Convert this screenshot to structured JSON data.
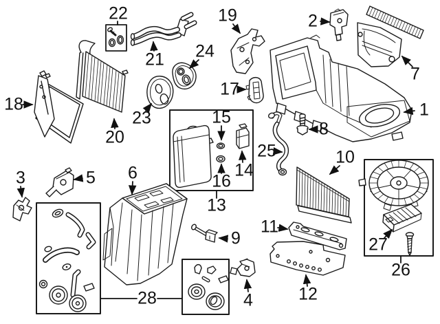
{
  "diagram": {
    "kind": "exploded-parts-diagram",
    "background": "#ffffff",
    "line_color": "#1a1a1a",
    "label_color": "#111111"
  },
  "callouts": [
    {
      "n": "1",
      "part": "hvac-housing-assembly"
    },
    {
      "n": "2",
      "part": "mounting-bracket"
    },
    {
      "n": "3",
      "part": "bracket-clip"
    },
    {
      "n": "4",
      "part": "actuator-motor"
    },
    {
      "n": "5",
      "part": "actuator-motor"
    },
    {
      "n": "6",
      "part": "heater-distribution-housing"
    },
    {
      "n": "7",
      "part": "air-inlet-cover"
    },
    {
      "n": "8",
      "part": "mounting-bolt"
    },
    {
      "n": "9",
      "part": "drain-tube"
    },
    {
      "n": "10",
      "part": "cabin-air-filter"
    },
    {
      "n": "11",
      "part": "filter-retainer-strip"
    },
    {
      "n": "12",
      "part": "insulator-panel"
    },
    {
      "n": "13",
      "part": "evaporator-kit-box"
    },
    {
      "n": "14",
      "part": "expansion-valve"
    },
    {
      "n": "15",
      "part": "o-ring-seal-upper"
    },
    {
      "n": "16",
      "part": "o-ring-seal-lower"
    },
    {
      "n": "17",
      "part": "pipe-grommet-seal"
    },
    {
      "n": "18",
      "part": "evaporator-core"
    },
    {
      "n": "19",
      "part": "support-bracket"
    },
    {
      "n": "20",
      "part": "heater-core"
    },
    {
      "n": "21",
      "part": "heater-hose-assembly"
    },
    {
      "n": "22",
      "part": "seal-kit-box"
    },
    {
      "n": "23",
      "part": "pipe-gasket"
    },
    {
      "n": "24",
      "part": "pipe-gasket-oval"
    },
    {
      "n": "25",
      "part": "drain-hose"
    },
    {
      "n": "26",
      "part": "blower-motor-kit-box"
    },
    {
      "n": "27",
      "part": "blower-resistor"
    },
    {
      "n": "28",
      "part": "lever-repair-kit-box"
    }
  ]
}
